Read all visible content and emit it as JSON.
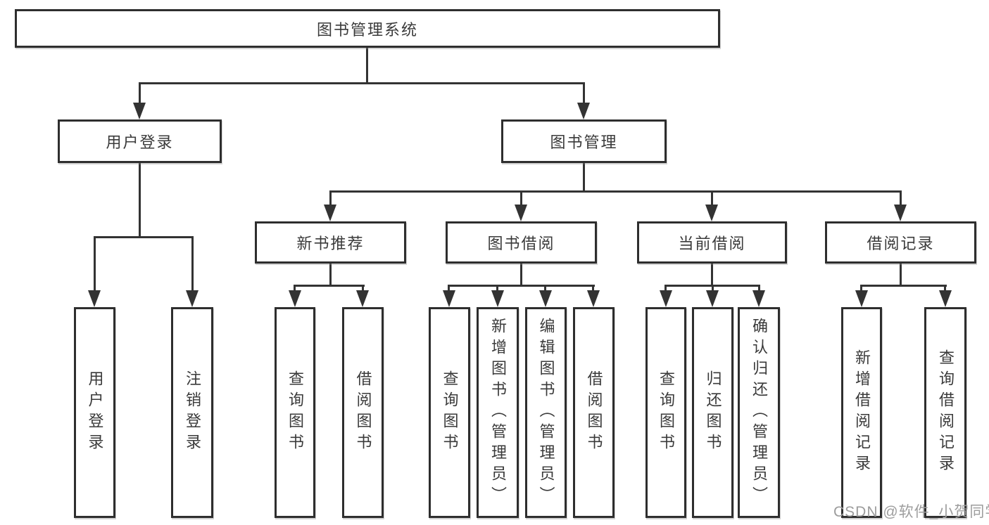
{
  "page": {
    "background": "#ffffff",
    "line_color": "#333333",
    "box_border_color": "#2e2e2e",
    "text_color": "#3a3a3a",
    "watermark_color": "#9d9d9d"
  },
  "nodes": {
    "root": {
      "label": "图书管理系统",
      "level": 1
    },
    "user_login": {
      "label": "用户登录",
      "level": 2
    },
    "book_mgmt": {
      "label": "图书管理",
      "level": 2
    },
    "new_book_rec": {
      "label": "新书推荐",
      "level": 3
    },
    "book_borrow": {
      "label": "图书借阅",
      "level": 3
    },
    "current_borrow": {
      "label": "当前借阅",
      "level": 3
    },
    "borrow_record": {
      "label": "借阅记录",
      "level": 3
    },
    "leaf_user_login": {
      "label": "用户登录",
      "level": 4
    },
    "leaf_logout": {
      "label": "注销登录",
      "level": 4
    },
    "leaf_query_book_newrec": {
      "label": "查询图书",
      "level": 4
    },
    "leaf_borrow_book_newrec": {
      "label": "借阅图书",
      "level": 4
    },
    "leaf_query_book_borrow": {
      "label": "查询图书",
      "level": 4
    },
    "leaf_add_book": {
      "label": "新增图书（管理员）",
      "level": 4
    },
    "leaf_edit_book": {
      "label": "编辑图书（管理员）",
      "level": 4
    },
    "leaf_borrow_book_borrow": {
      "label": "借阅图书",
      "level": 4
    },
    "leaf_query_book_current": {
      "label": "查询图书",
      "level": 4
    },
    "leaf_return_book": {
      "label": "归还图书",
      "level": 4
    },
    "leaf_confirm_return": {
      "label": "确认归还（管理员）",
      "level": 4
    },
    "leaf_add_record": {
      "label": "新增借阅记录",
      "level": 4
    },
    "leaf_query_record": {
      "label": "查询借阅记录",
      "level": 4
    }
  },
  "edges": [
    [
      "root",
      "user_login"
    ],
    [
      "root",
      "book_mgmt"
    ],
    [
      "user_login",
      "leaf_user_login"
    ],
    [
      "user_login",
      "leaf_logout"
    ],
    [
      "book_mgmt",
      "new_book_rec"
    ],
    [
      "book_mgmt",
      "book_borrow"
    ],
    [
      "book_mgmt",
      "current_borrow"
    ],
    [
      "book_mgmt",
      "borrow_record"
    ],
    [
      "new_book_rec",
      "leaf_query_book_newrec"
    ],
    [
      "new_book_rec",
      "leaf_borrow_book_newrec"
    ],
    [
      "book_borrow",
      "leaf_query_book_borrow"
    ],
    [
      "book_borrow",
      "leaf_add_book"
    ],
    [
      "book_borrow",
      "leaf_edit_book"
    ],
    [
      "book_borrow",
      "leaf_borrow_book_borrow"
    ],
    [
      "current_borrow",
      "leaf_query_book_current"
    ],
    [
      "current_borrow",
      "leaf_return_book"
    ],
    [
      "current_borrow",
      "leaf_confirm_return"
    ],
    [
      "borrow_record",
      "leaf_add_record"
    ],
    [
      "borrow_record",
      "leaf_query_record"
    ]
  ],
  "watermark": {
    "text": "CSDN @软件_小贺同学"
  }
}
